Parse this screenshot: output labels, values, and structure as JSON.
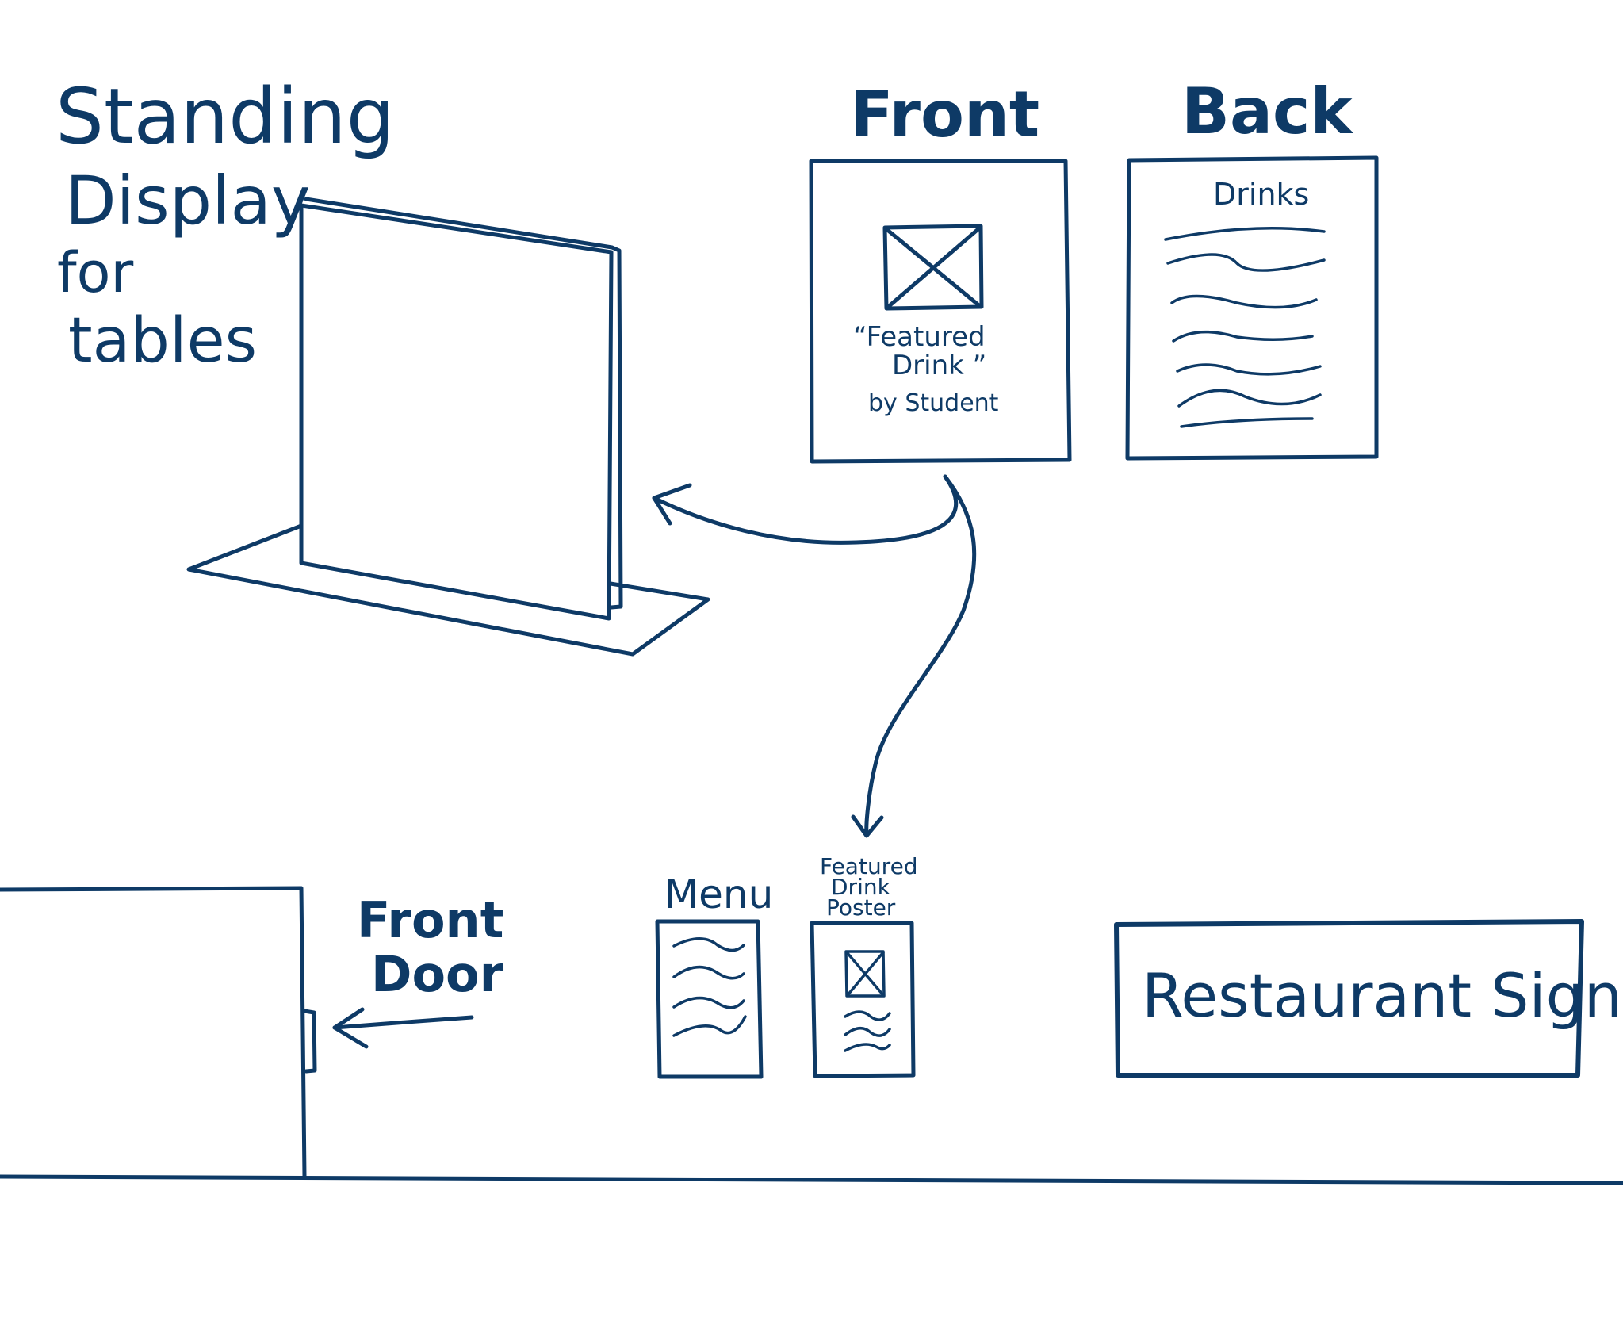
{
  "colors": {
    "ink": "#0e3a66",
    "paper": "#ffffff"
  },
  "labels": {
    "standing_line1": "Standing",
    "standing_line2": "Display",
    "standing_line3": "for",
    "standing_line4": "tables",
    "front": "Front",
    "back": "Back",
    "drinks": "Drinks",
    "featured_line1": "“Featured",
    "featured_line2": "Drink ”",
    "featured_line3": "by Student",
    "front_door_line1": "Front",
    "front_door_line2": "Door",
    "menu": "Menu",
    "poster_line1": "Featured",
    "poster_line2": "Drink",
    "poster_line3": "Poster",
    "signage": "Restaurant Signage"
  },
  "icons": {
    "image_placeholder": "image-placeholder-icon",
    "arrow": "arrow-icon",
    "text_lines": "text-lines-icon"
  }
}
